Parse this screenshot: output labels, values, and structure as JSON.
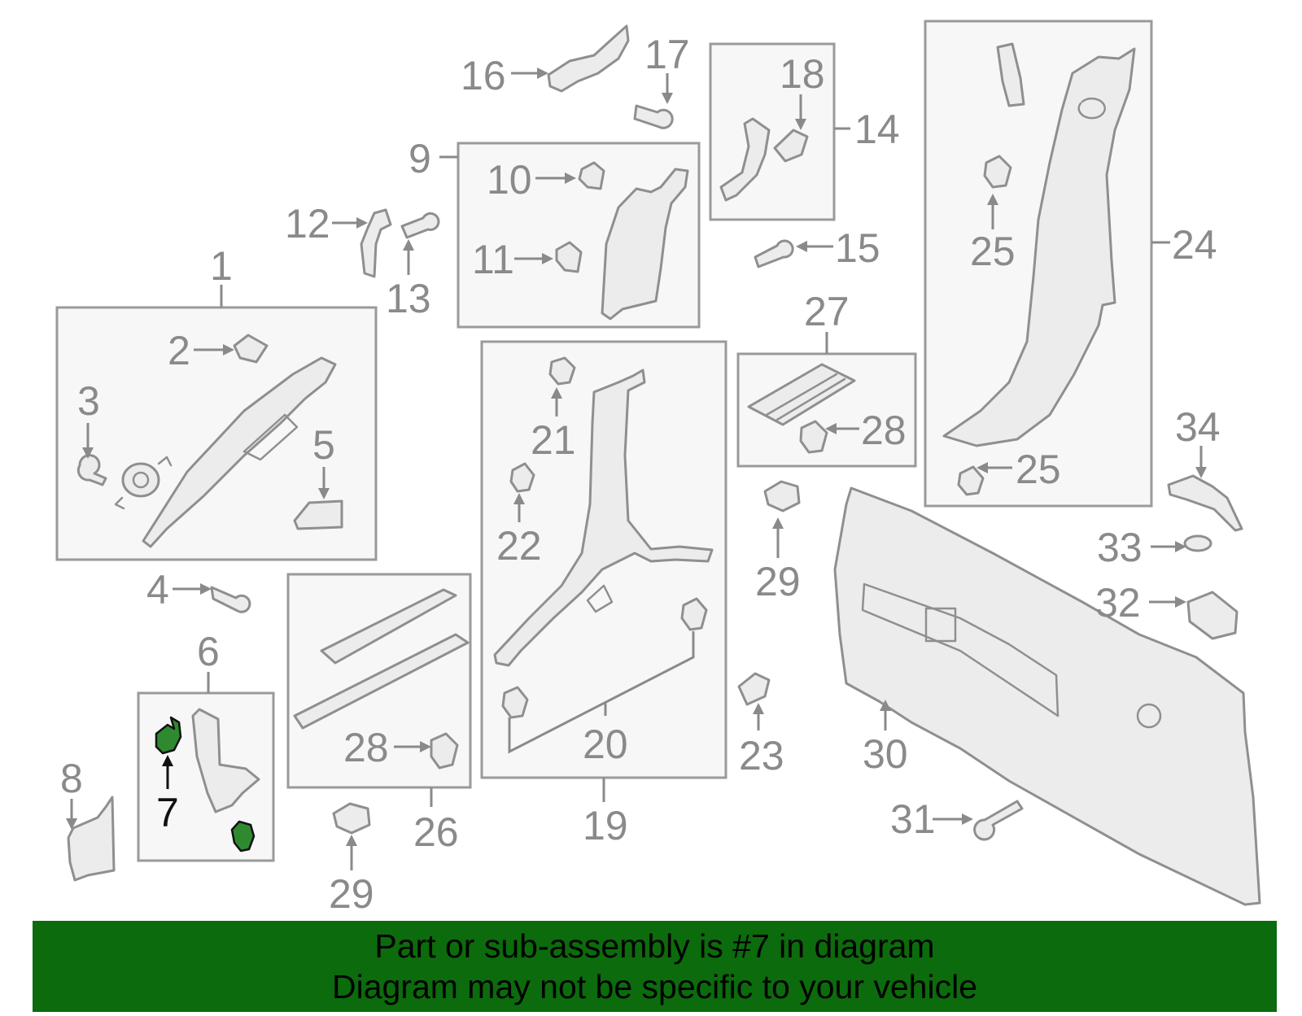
{
  "diagram": {
    "highlighted_part": "7",
    "callouts": {
      "c1": "1",
      "c2": "2",
      "c3": "3",
      "c4": "4",
      "c5": "5",
      "c6": "6",
      "c7": "7",
      "c8": "8",
      "c9": "9",
      "c10": "10",
      "c11": "11",
      "c12": "12",
      "c13": "13",
      "c14": "14",
      "c15": "15",
      "c16": "16",
      "c17": "17",
      "c18": "18",
      "c19": "19",
      "c20": "20",
      "c21": "21",
      "c22": "22",
      "c23": "23",
      "c24": "24",
      "c25a": "25",
      "c25b": "25",
      "c26": "26",
      "c27": "27",
      "c28a": "28",
      "c28b": "28",
      "c29a": "29",
      "c29b": "29",
      "c30": "30",
      "c31": "31",
      "c32": "32",
      "c33": "33",
      "c34": "34"
    }
  },
  "banner": {
    "line1": "Part or sub-assembly is #7 in diagram",
    "line2": "Diagram may not be specific to your vehicle"
  },
  "colors": {
    "banner_bg": "#0c6b0c",
    "highlight": "#2f8a2f",
    "line_gray": "#8a8a8a"
  }
}
